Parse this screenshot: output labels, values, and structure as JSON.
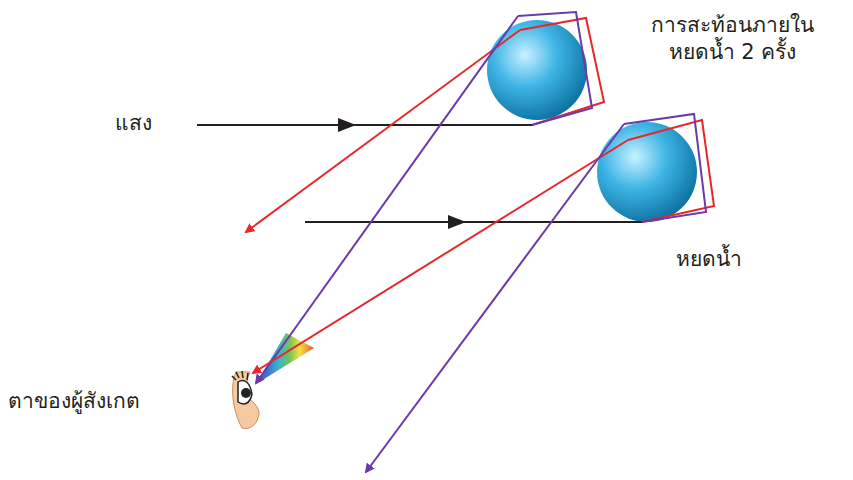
{
  "diagram": {
    "labels": [
      "การสะท้อนภายใน หยดน้ำ 2 ครั้ง",
      "แสง",
      "หยดน้ำ",
      "ตาของผู้สังเกต"
    ]
  }
}
